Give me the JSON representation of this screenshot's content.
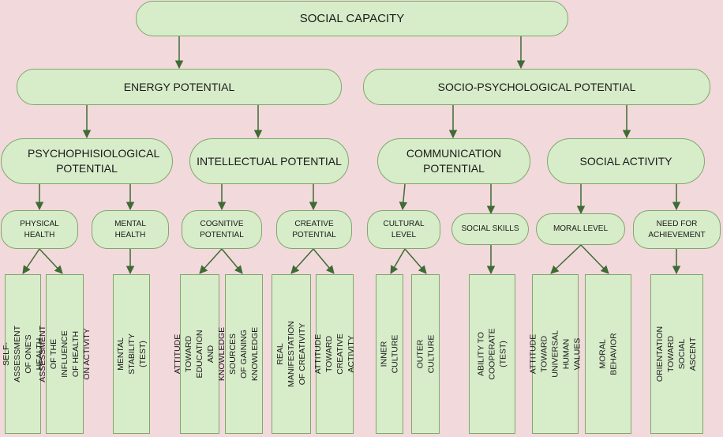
{
  "root": "SOCIAL CAPACITY",
  "level1": [
    "ENERGY POTENTIAL",
    "SOCIO-PSYCHOLOGICAL POTENTIAL"
  ],
  "level2": [
    "PSYCHOPHISIOLOGICAL POTENTIAL",
    "INTELLECTUAL POTENTIAL",
    "COMMUNICATION POTENTIAL",
    "SOCIAL ACTIVITY"
  ],
  "level3": [
    "PHYSICAL HEALTH",
    "MENTAL HEALTH",
    "COGNITIVE POTENTIAL",
    "CREATIVE POTENTIAL",
    "CULTURAL LEVEL",
    "SOCIAL SKILLS",
    "MORAL LEVEL",
    "NEED FOR ACHIEVEMENT"
  ],
  "leaves": [
    "SELF-ASSESSMENT OF ONE'S HEALTH",
    "ASSESSMENT OF THE INFLUENCE OF HEALTH ON ACTIVITY",
    "MENTAL STABILITY (TEST)",
    "ATTITUDE TOWARD EDUCATION AND KNOWLEDGE",
    "SOURCES OF GAINING KNOWLEDGE",
    "REAL MANIFESTATION OF CREATIVITY",
    "ATTITUDE TOWARD CREATIVE ACTIVITY",
    "INNER CULTURE",
    "OUTER CULTURE",
    "ABILITY TO COOPERATE (TEST)",
    "ATTITUDE TOWARD UNIVERSAL HUMAN VALUES",
    "MORAL BEHAVIOR",
    "ORIENTATION TOWARD SOCIAL ASCENT"
  ]
}
